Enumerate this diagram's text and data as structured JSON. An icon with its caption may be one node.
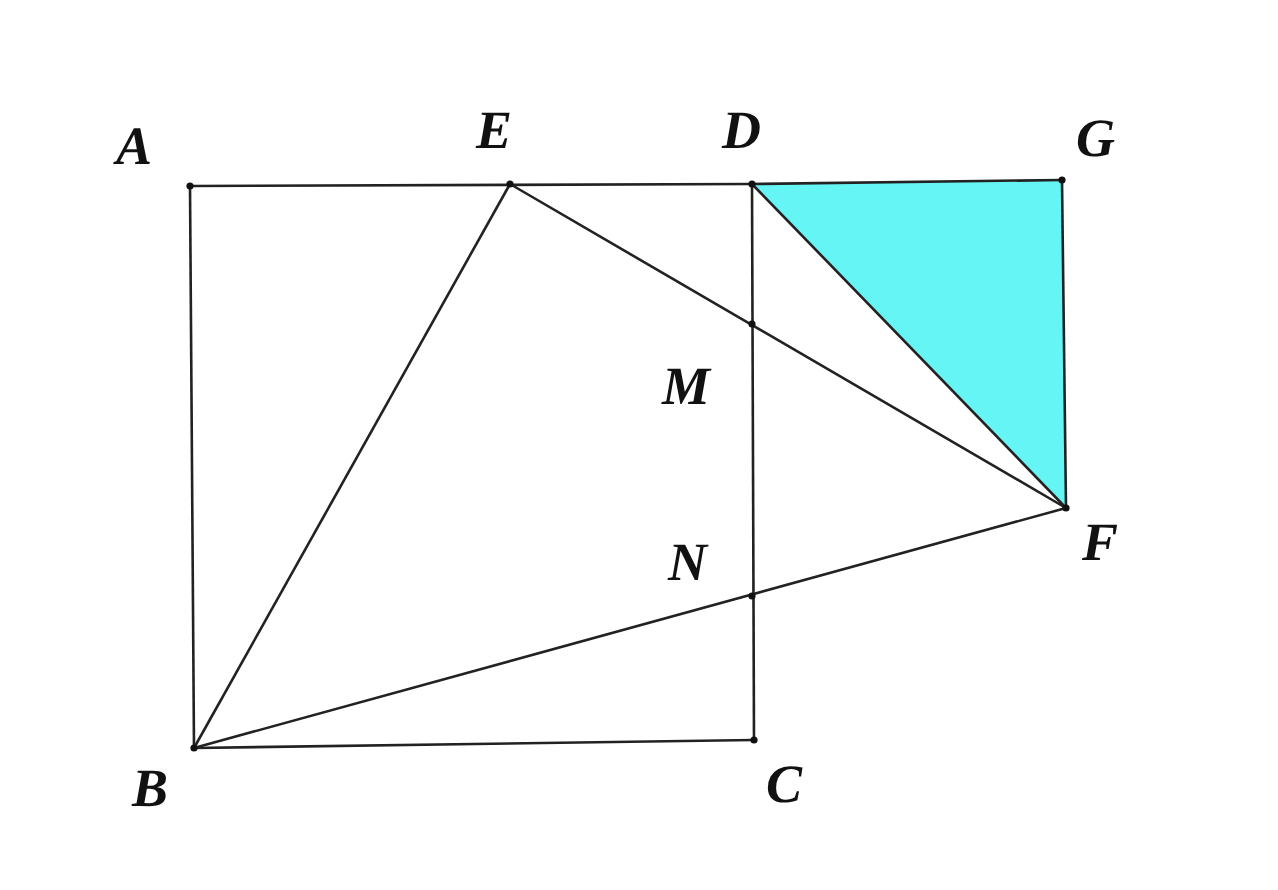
{
  "diagram": {
    "labels": [
      "A",
      "E",
      "D",
      "G",
      "M",
      "F",
      "N",
      "B",
      "C"
    ]
  }
}
